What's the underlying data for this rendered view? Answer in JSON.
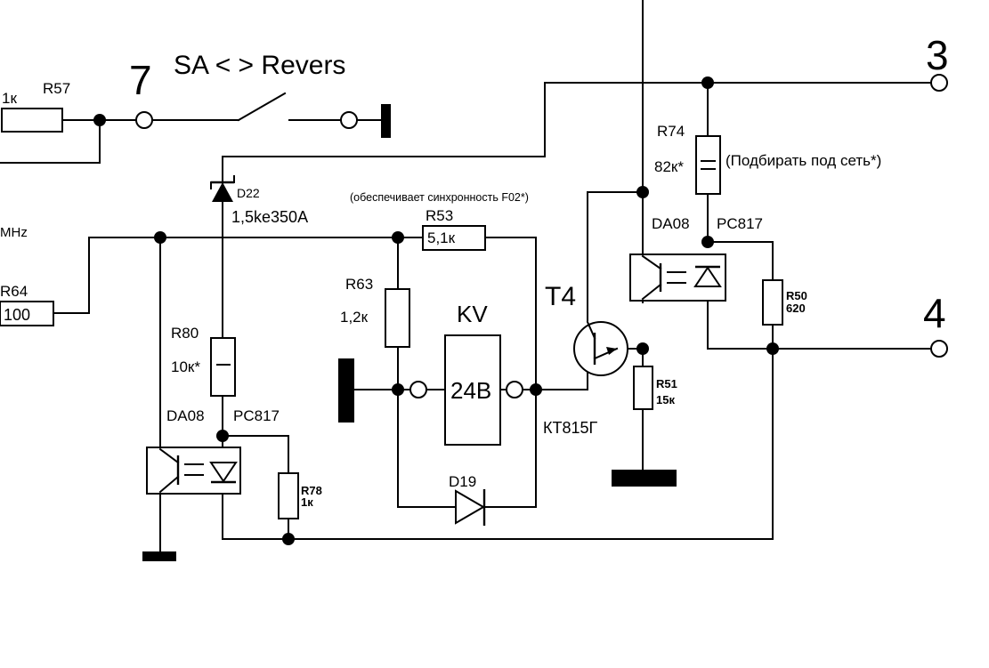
{
  "terminals": {
    "t7": "7",
    "t3": "3",
    "t4": "4"
  },
  "switch": {
    "label": "SA < > Revers"
  },
  "resistors": {
    "r57": {
      "ref": "R57",
      "value": "1к"
    },
    "r64": {
      "ref": "R64",
      "value": "100"
    },
    "r80": {
      "ref": "R80",
      "value": "10к*"
    },
    "r78": {
      "ref": "R78",
      "value": "1к"
    },
    "r63": {
      "ref": "R63",
      "value": "1,2к"
    },
    "r53": {
      "ref": "R53",
      "value": "5,1к"
    },
    "r74": {
      "ref": "R74",
      "value": "82к*"
    },
    "r50": {
      "ref": "R50",
      "value": "620"
    },
    "r51": {
      "ref": "R51",
      "value": "15к"
    }
  },
  "diodes": {
    "d22": {
      "ref": "D22",
      "value": "1,5ke350A"
    },
    "d19": {
      "ref": "D19"
    }
  },
  "optocouplers": {
    "left": {
      "ref": "DA08",
      "type": "PC817"
    },
    "right": {
      "ref": "DA08",
      "type": "PC817"
    }
  },
  "relay": {
    "ref": "KV",
    "voltage": "24В"
  },
  "transistor": {
    "ref": "T4",
    "type": "КТ815Г"
  },
  "notes": {
    "sync": "(обеспечивает синхронность F02*)",
    "select": "(Подбирать под сеть*)",
    "freq": "MHz"
  }
}
